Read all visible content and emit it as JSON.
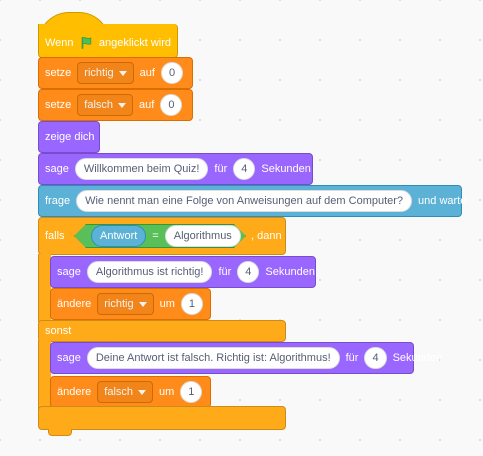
{
  "script": {
    "event": {
      "label_pre": "Wenn",
      "label_post": "angeklickt wird",
      "flag_icon": "green-flag-icon"
    },
    "set1": {
      "label": "setze",
      "var": "richtig",
      "to": "auf",
      "value": "0"
    },
    "set2": {
      "label": "setze",
      "var": "falsch",
      "to": "auf",
      "value": "0"
    },
    "show": {
      "label": "zeige dich"
    },
    "say1": {
      "label": "sage",
      "text": "Willkommen beim Quiz!",
      "for": "für",
      "secs": "4",
      "unit": "Sekunden"
    },
    "ask": {
      "label": "frage",
      "text": "Wie nennt man eine Folge von Anweisungen auf dem Computer?",
      "post": "und warte"
    },
    "if": {
      "label": "falls",
      "left": "Antwort",
      "op": "=",
      "right": "Algorithmus",
      "then": ", dann"
    },
    "say2": {
      "label": "sage",
      "text": "Algorithmus ist richtig!",
      "for": "für",
      "secs": "4",
      "unit": "Sekunden"
    },
    "change1": {
      "label": "ändere",
      "var": "richtig",
      "by": "um",
      "value": "1"
    },
    "else": {
      "label": "sonst"
    },
    "say3": {
      "label": "sage",
      "text": "Deine Antwort ist falsch. Richtig ist: Algorithmus!",
      "for": "für",
      "secs": "4",
      "unit": "Sekunden"
    },
    "change2": {
      "label": "ändere",
      "var": "falsch",
      "by": "um",
      "value": "1"
    }
  },
  "colors": {
    "events": "#ffbf00",
    "variables": "#ff8c1a",
    "looks": "#9966ff",
    "sensing": "#5cb1d6",
    "control": "#ffab19",
    "operators": "#59c059"
  }
}
